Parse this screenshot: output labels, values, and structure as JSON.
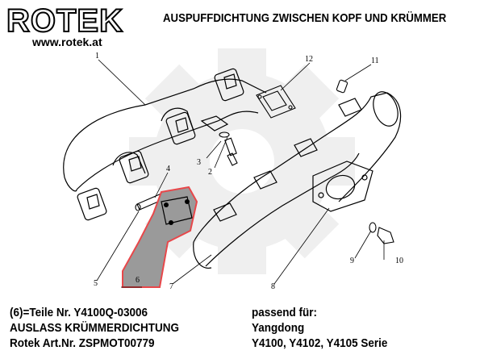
{
  "header": {
    "logo_text": "ROTEK",
    "website": "www.rotek.at",
    "title": "AUSPUFFDICHTUNG ZWISCHEN KOPF UND KRÜMMER"
  },
  "diagram": {
    "callouts": [
      "1",
      "12",
      "11",
      "2",
      "3",
      "4",
      "5",
      "6",
      "7",
      "8",
      "9",
      "10"
    ],
    "highlight_color": "#e8474a"
  },
  "info_left": {
    "line1": "(6)=Teile Nr. Y4100Q-03006",
    "line2": "AUSLASS KRÜMMERDICHTUNG",
    "line3": "Rotek Art.Nr. ZSPMOT00779"
  },
  "info_right": {
    "line1": "passend für:",
    "line2": "Yangdong",
    "line3": "Y4100, Y4102, Y4105 Serie"
  }
}
